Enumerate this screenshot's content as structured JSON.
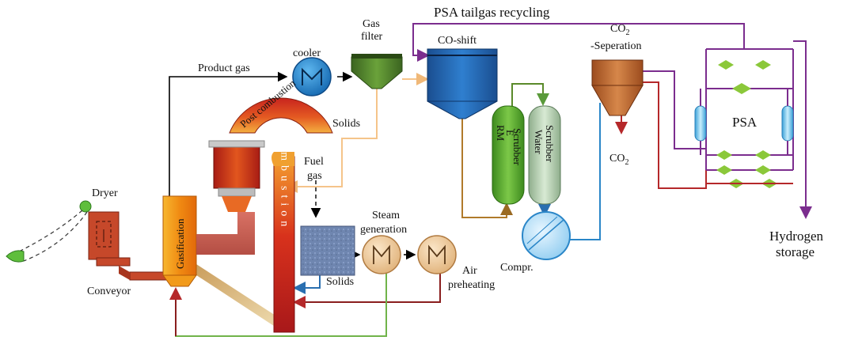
{
  "labels": {
    "psa_tailgas": "PSA tailgas recycling",
    "gas_filter_line1": "Gas",
    "gas_filter_line2": "filter",
    "co_shift": "CO-shift",
    "co2_sep_line1": "CO",
    "co2_sep_sub": "2",
    "co2_sep_line2": "-Seperation",
    "cooler": "cooler",
    "product_gas": "Product gas",
    "post_combustion": "Post combustion",
    "solids_top": "Solids",
    "fuel_gas_line1": "Fuel",
    "fuel_gas_line2": "gas",
    "dryer": "Dryer",
    "gasification": "Gasification",
    "combustion": "Combustion",
    "steam_gen_line1": "Steam",
    "steam_gen_line2": "generation",
    "solids_bottom": "Solids",
    "air_preheat_line1": "Air",
    "air_preheat_line2": "preheating",
    "conveyor": "Conveyor",
    "rme_line1": "RM",
    "rme_line2": "E",
    "scrubber1": "Scrubber",
    "water": "Water",
    "scrubber2": "Scrubber",
    "co2_out": "CO",
    "co2_out_sub": "2",
    "compr": "Compr.",
    "psa": "PSA",
    "hydrogen_line1": "Hydrogen",
    "hydrogen_line2": "storage"
  },
  "colors": {
    "product_gas_line": "#000000",
    "tailgas_line": "#7b2d8e",
    "solids_line": "#f5c48a",
    "scrubber_loop": "#b07a2a",
    "water_line": "#2a86c8",
    "co2_line": "#b5282a",
    "green_line": "#70b34a",
    "gasifier": "#f0a020",
    "combustion": "#c8241e",
    "co_shift": "#1f5fa8",
    "gas_filter": "#4e7d2a",
    "co2_separator": "#b8622a",
    "valves": "#8bc83a",
    "psa_column": "#7fd0f0"
  }
}
